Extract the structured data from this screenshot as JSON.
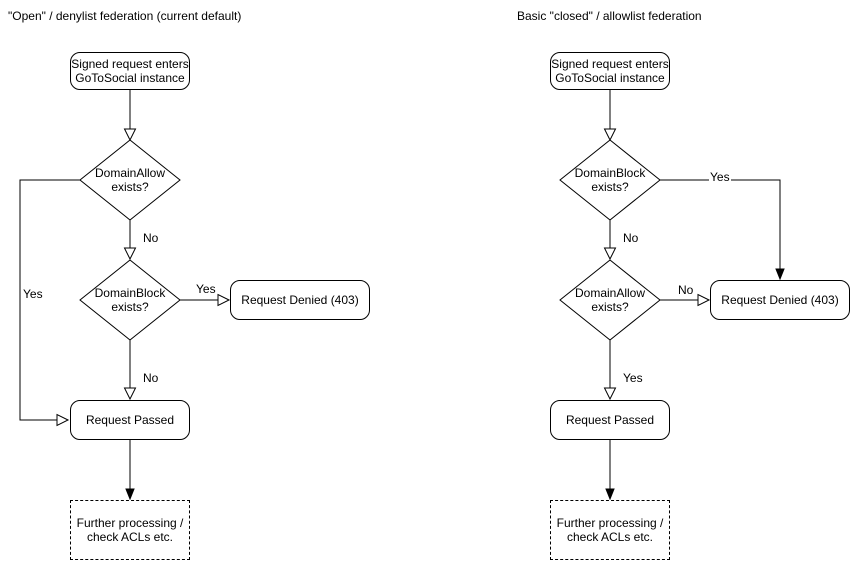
{
  "colors": {
    "stroke": "#000000",
    "background": "#ffffff",
    "text": "#000000"
  },
  "left": {
    "title": "\"Open\" / denylist federation (current default)",
    "start": "Signed request enters\nGoToSocial instance",
    "decision1": "DomainAllow\nexists?",
    "decision2": "DomainBlock\nexists?",
    "denied": "Request Denied (403)",
    "passed": "Request Passed",
    "further": "Further processing /\ncheck ACLs etc.",
    "labels": {
      "d1_no": "No",
      "d1_yes": "Yes",
      "d2_yes": "Yes",
      "d2_no": "No"
    }
  },
  "right": {
    "title": "Basic \"closed\" / allowlist federation",
    "start": "Signed request enters\nGoToSocial instance",
    "decision1": "DomainBlock\nexists?",
    "decision2": "DomainAllow\nexists?",
    "denied": "Request Denied (403)",
    "passed": "Request Passed",
    "further": "Further processing /\ncheck ACLs etc.",
    "labels": {
      "d1_yes": "Yes",
      "d1_no": "No",
      "d2_no": "No",
      "d2_yes": "Yes"
    }
  }
}
